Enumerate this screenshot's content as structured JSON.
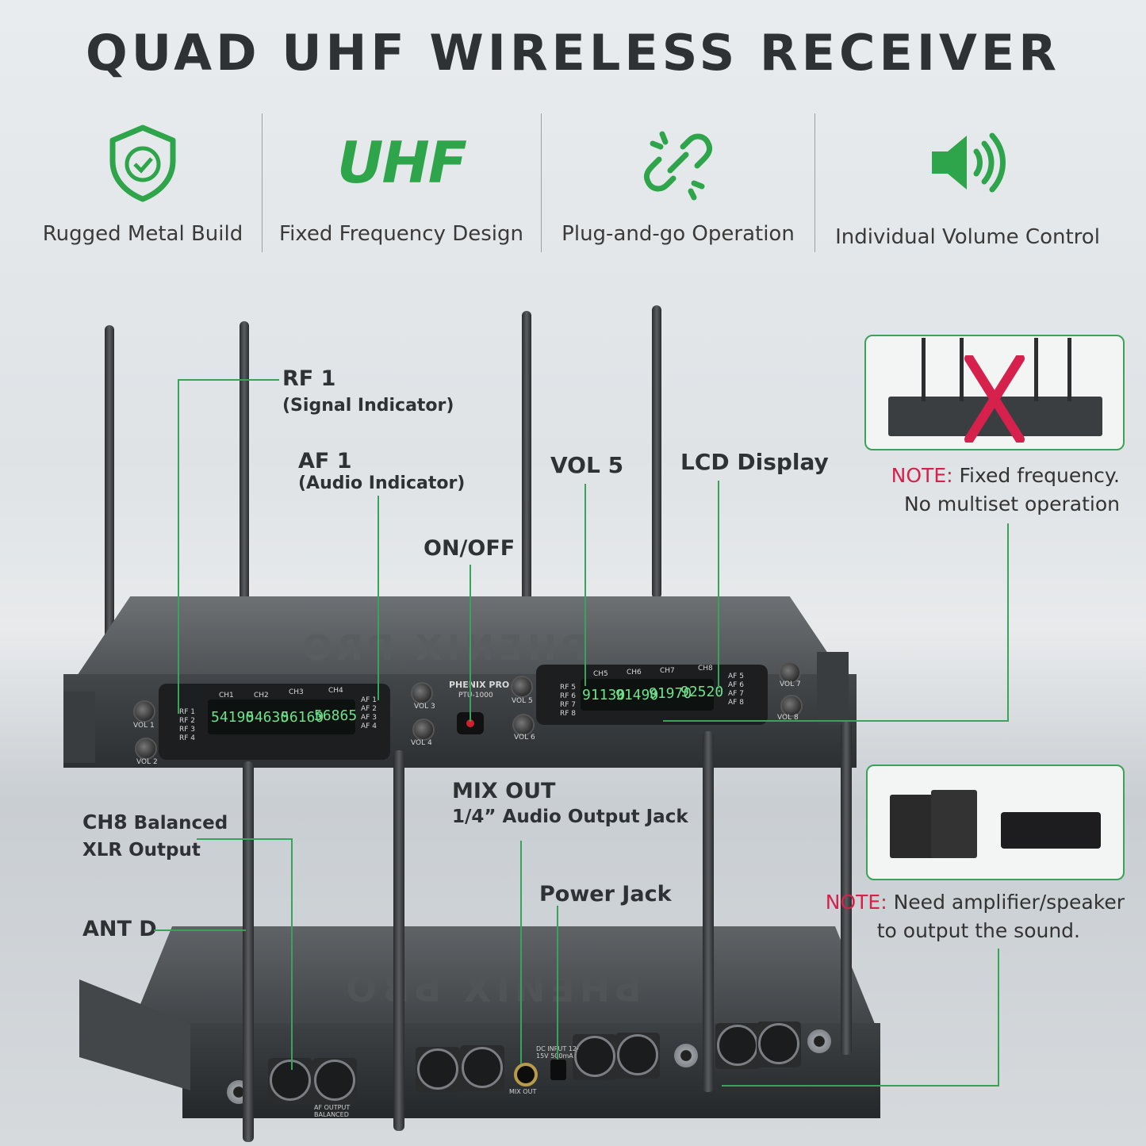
{
  "title": "QUAD UHF WIRELESS RECEIVER",
  "features": [
    {
      "icon": "shield-check-icon",
      "label": "Rugged Metal Build"
    },
    {
      "icon": "uhf-text-icon",
      "label": "Fixed Frequency Design",
      "icon_text": "UHF"
    },
    {
      "icon": "broken-link-icon",
      "label": "Plug-and-go Operation"
    },
    {
      "icon": "speaker-volume-icon",
      "label": "Individual Volume Control"
    }
  ],
  "front_labels": {
    "rf1": "RF 1",
    "rf1_sub": "(Signal Indicator)",
    "af1": "AF 1",
    "af1_sub": "(Audio Indicator)",
    "vol5": "VOL 5",
    "lcd": "LCD Display",
    "onoff": "ON/OFF"
  },
  "note1": {
    "prefix": "NOTE:",
    "line1": " Fixed frequency.",
    "line2": "No multiset operation"
  },
  "note2": {
    "prefix": "NOTE:",
    "line1": " Need amplifier/speaker",
    "line2": "to output the sound."
  },
  "rear_labels": {
    "ch8_a": "CH8",
    "ch8_b": " Balanced",
    "ch8_c": "XLR Output",
    "mix": "MIX OUT",
    "mix_sub": "1/4” Audio Output Jack",
    "power": "Power Jack",
    "ant": "ANT D"
  },
  "device": {
    "brand": "PHENIX PRO",
    "model": "PTU-1000",
    "channels_left": [
      "CH1",
      "CH2",
      "CH3",
      "CH4"
    ],
    "channels_right": [
      "CH5",
      "CH6",
      "CH7",
      "CH8"
    ],
    "freqs_left": [
      "54190",
      "54630",
      "56160",
      "56865"
    ],
    "freqs_right": [
      "91130",
      "91490",
      "91970",
      "92520"
    ],
    "rf_left": [
      "RF 1",
      "RF 2",
      "RF 3",
      "RF 4"
    ],
    "rf_right": [
      "RF 5",
      "RF 6",
      "RF 7",
      "RF 8"
    ],
    "af_left": [
      "AF 1",
      "AF 2",
      "AF 3",
      "AF 4"
    ],
    "af_right": [
      "AF 5",
      "AF 6",
      "AF 7",
      "AF 8"
    ],
    "vol_labels": [
      "VOL 1",
      "VOL 2",
      "VOL 3",
      "VOL 4",
      "VOL 5",
      "VOL 6",
      "VOL 7",
      "VOL 8"
    ],
    "rear_mix": "MIX OUT",
    "rear_dc": "DC INPUT 12-15V 500mA",
    "rear_af": "AF OUTPUT BALANCED"
  },
  "colors": {
    "accent": "#3aa35a",
    "note": "#d6214c"
  }
}
